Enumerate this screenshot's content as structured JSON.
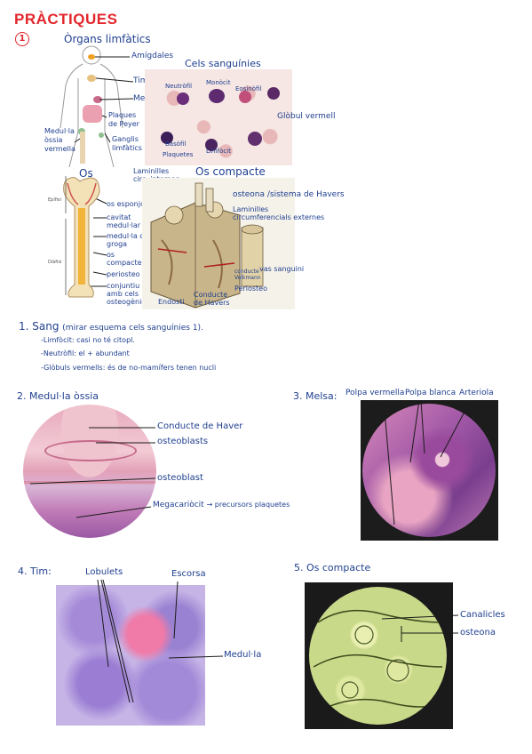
{
  "page": {
    "title": "PRÀCTIQUES",
    "number": "1"
  },
  "section1": {
    "organs_title": "Òrgans limfàtics",
    "organs_labels": {
      "amigdales": "Amígdales",
      "tim": "Tim",
      "melsa": "Melsa",
      "plaques": "Plaques de Peyer",
      "ganglis": "Ganglis limfàtics",
      "medulla": "Medul·la òssia vermella"
    },
    "cells_title": "Cels sanguínies",
    "cells_labels": {
      "neutrofil": "Neutròfil",
      "monocit": "Monòcit",
      "eosinofil": "Eosinòfil",
      "globul": "Glòbul vermell",
      "basofil": "Basòfil",
      "plaquetes": "Plaquetes",
      "limfocit": "Limfòcit"
    },
    "bone_title": "Os",
    "bone_side": {
      "epifisi": "Epífisi",
      "diafisi": "Diàfisi"
    },
    "bone_labels": {
      "esponjos": "os esponjós",
      "cavitat": "cavitat medul·lar",
      "medulla_groga": "medul·la o. groga",
      "compacte": "os compacte",
      "periosteo": "periosteo",
      "conjuntiu": "conjuntiu amb cels osteogèniques"
    },
    "compact_title": "Os compacte",
    "compact_labels": {
      "laminilles_int": "Laminilles circ. internes",
      "osteona": "osteona /sistema de Havers",
      "laminilles_ext": "Laminilles circumferencials externes",
      "vas": "vas sanguini",
      "volkmann": "conducte Volkmann",
      "periosti": "Periosteo",
      "endosti": "Endosti",
      "havers": "Conducte de Havers"
    }
  },
  "notes": {
    "sang_head": "1. Sang",
    "sang_hint": "(mirar esquema cels sanguínies 1).",
    "items": [
      "-Limfòcit: casi no té citopl.",
      "-Neutròfil: el + abundant",
      "-Glòbuls vermells: és de no-mamífers tenen nucli"
    ]
  },
  "section2": {
    "title": "2. Medul·la òssia",
    "labels": {
      "havers": "Conducte de Haver",
      "osteoblasts": "osteoblasts",
      "osteoblast": "osteoblast",
      "megacario": "Megacariòcit",
      "precursors": "→ precursors plaquetes"
    }
  },
  "section3": {
    "title": "3. Melsa:",
    "labels": {
      "vermella": "Polpa vermella",
      "blanca": "Polpa blanca",
      "arteriola": "Arteriola"
    }
  },
  "section4": {
    "title": "4. Tim:",
    "labels": {
      "lobulets": "Lobulets",
      "escorsa": "Escorsa",
      "medulla": "Medul·la"
    }
  },
  "section5": {
    "title": "5. Os compacte",
    "labels": {
      "canalicles": "Canalicles",
      "osteona": "osteona"
    }
  },
  "colors": {
    "title_red": "#e3262c",
    "ink_blue": "#1f3f8f"
  }
}
